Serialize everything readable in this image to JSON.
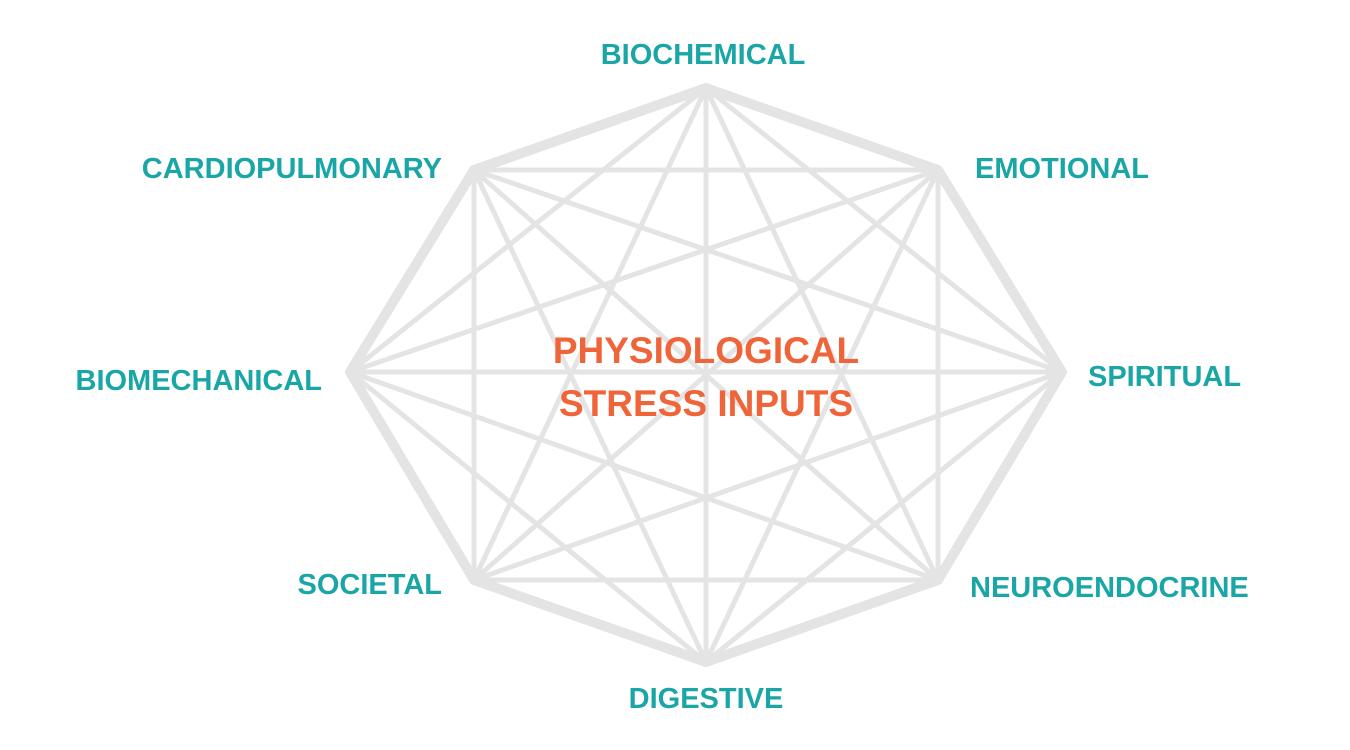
{
  "diagram": {
    "center": {
      "line1": "PHYSIOLOGICAL",
      "line2": "STRESS INPUTS"
    },
    "nodes": [
      {
        "label": "BIOCHEMICAL"
      },
      {
        "label": "EMOTIONAL"
      },
      {
        "label": "SPIRITUAL"
      },
      {
        "label": "NEUROENDOCRINE"
      },
      {
        "label": "DIGESTIVE"
      },
      {
        "label": "SOCIETAL"
      },
      {
        "label": "BIOMECHANICAL"
      },
      {
        "label": "CARDIOPULMONARY"
      }
    ]
  },
  "colors": {
    "node_label": "#1aa6a6",
    "center_label": "#ef6438",
    "edges": "#e4e4e4"
  }
}
